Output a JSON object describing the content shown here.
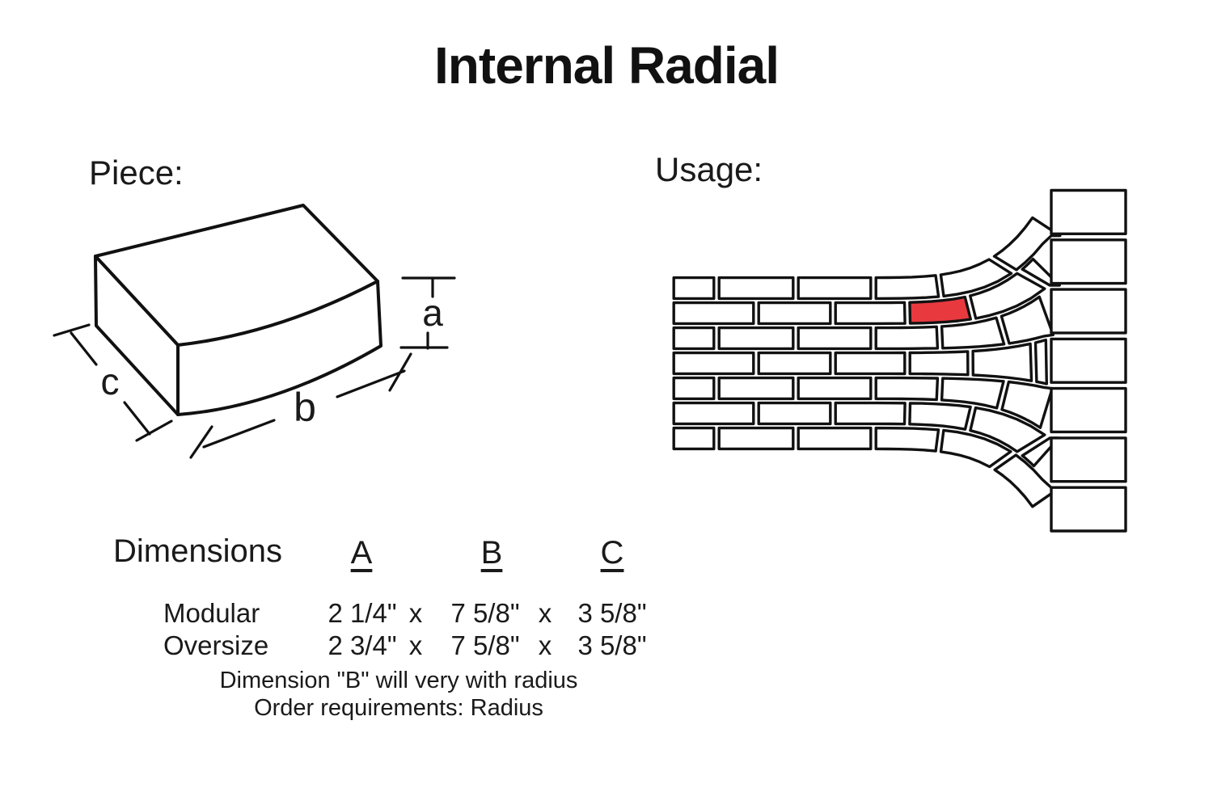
{
  "title": "Internal Radial",
  "piece": {
    "label": "Piece:",
    "dim_labels": {
      "a": "a",
      "b": "b",
      "c": "c"
    }
  },
  "usage": {
    "label": "Usage:"
  },
  "dimensions": {
    "heading": "Dimensions",
    "columns": [
      "A",
      "B",
      "C"
    ],
    "separator": "x",
    "rows": [
      {
        "name": "Modular",
        "a": "2 1/4\"",
        "b": "7 5/8\"",
        "c": "3 5/8\""
      },
      {
        "name": "Oversize",
        "a": "2 3/4\"",
        "b": "7 5/8\"",
        "c": "3 5/8\""
      }
    ],
    "notes": [
      "Dimension \"B\" will very with radius",
      "Order requirements: Radius"
    ]
  },
  "colors": {
    "highlight_brick": "#E8393F",
    "line": "#111111",
    "background": "#FFFFFF"
  }
}
